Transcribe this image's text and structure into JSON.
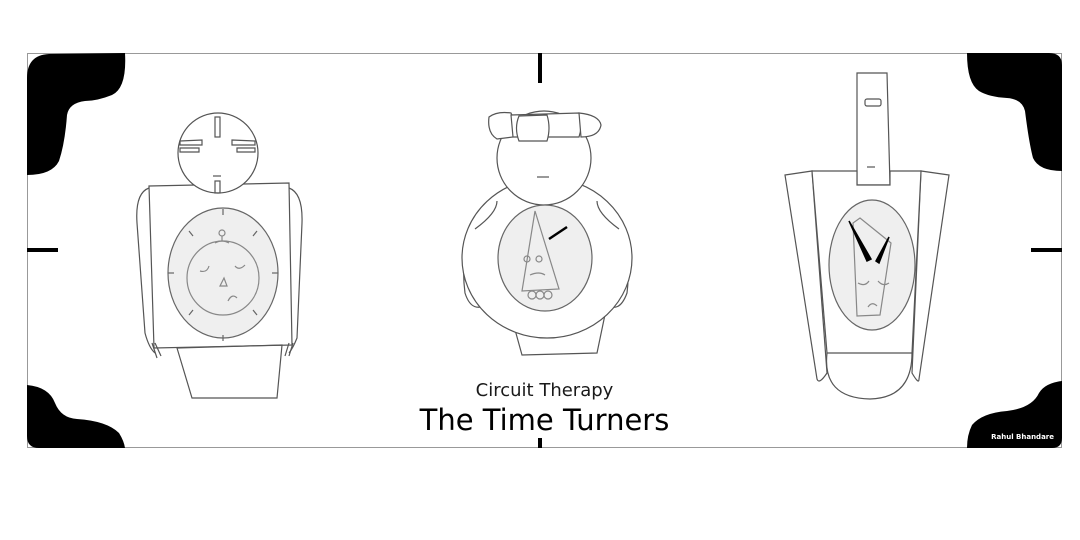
{
  "banner": {
    "subtitle": "Circuit Therapy",
    "title": "The Time Turners",
    "signature": "Rahul Bhandare",
    "colors": {
      "background": "#ffffff",
      "frame": "#000000",
      "outline": "#555555",
      "clock_fill": "#efefef",
      "clock_outline": "#777777"
    }
  },
  "figures": [
    {
      "name": "round-headed clock robot",
      "clock_face": "pumpkin-face dial with 8 ticks"
    },
    {
      "name": "goggle-headed round robot",
      "clock_face": "cone face with single hand"
    },
    {
      "name": "tall-necked robot",
      "clock_face": "oval face with two hands"
    }
  ]
}
